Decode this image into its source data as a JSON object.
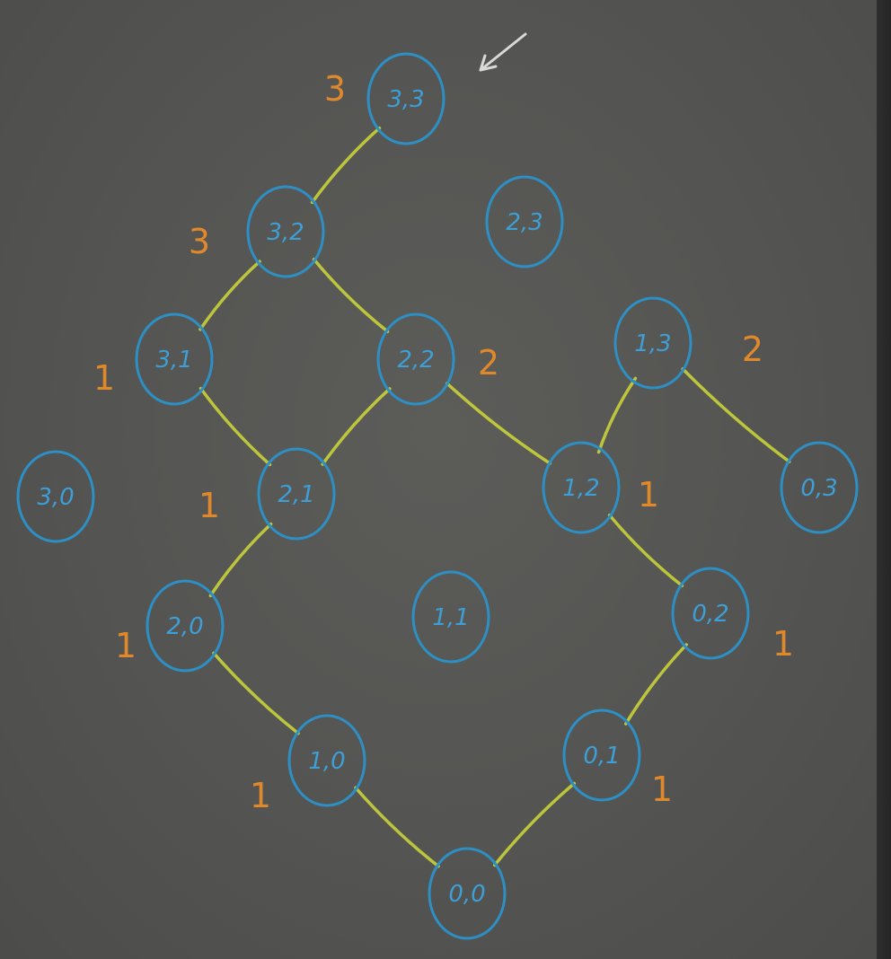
{
  "graph": {
    "nodes": [
      {
        "id": "3,3",
        "label": "3,3",
        "cost": "3"
      },
      {
        "id": "3,2",
        "label": "3,2",
        "cost": "3"
      },
      {
        "id": "2,3",
        "label": "2,3",
        "cost": ""
      },
      {
        "id": "3,1",
        "label": "3,1",
        "cost": "1"
      },
      {
        "id": "2,2",
        "label": "2,2",
        "cost": "2"
      },
      {
        "id": "1,3",
        "label": "1,3",
        "cost": "2"
      },
      {
        "id": "3,0",
        "label": "3,0",
        "cost": ""
      },
      {
        "id": "2,1",
        "label": "2,1",
        "cost": "1"
      },
      {
        "id": "1,2",
        "label": "1,2",
        "cost": "1"
      },
      {
        "id": "0,3",
        "label": "0,3",
        "cost": ""
      },
      {
        "id": "2,0",
        "label": "2,0",
        "cost": "1"
      },
      {
        "id": "1,1",
        "label": "1,1",
        "cost": ""
      },
      {
        "id": "0,2",
        "label": "0,2",
        "cost": "1"
      },
      {
        "id": "1,0",
        "label": "1,0",
        "cost": "1"
      },
      {
        "id": "0,1",
        "label": "0,1",
        "cost": "1"
      },
      {
        "id": "0,0",
        "label": "0,0",
        "cost": ""
      }
    ],
    "edges": [
      [
        "3,3",
        "3,2"
      ],
      [
        "3,2",
        "3,1"
      ],
      [
        "3,2",
        "2,2"
      ],
      [
        "3,1",
        "2,1"
      ],
      [
        "2,2",
        "2,1"
      ],
      [
        "2,2",
        "1,2"
      ],
      [
        "1,3",
        "1,2"
      ],
      [
        "1,3",
        "0,3"
      ],
      [
        "2,1",
        "2,0"
      ],
      [
        "1,2",
        "0,2"
      ],
      [
        "2,0",
        "1,0"
      ],
      [
        "0,2",
        "0,1"
      ],
      [
        "1,0",
        "0,0"
      ],
      [
        "0,1",
        "0,0"
      ]
    ]
  },
  "colors": {
    "board": "#545452",
    "node_stroke": "#2e8fc4",
    "node_text": "#3d9fd6",
    "edge": "#c8d13a",
    "cost_text": "#e0892c",
    "pointer_arrow": "#d8d8d8"
  },
  "icons": {
    "pointer": "arrow-pointer-icon"
  }
}
